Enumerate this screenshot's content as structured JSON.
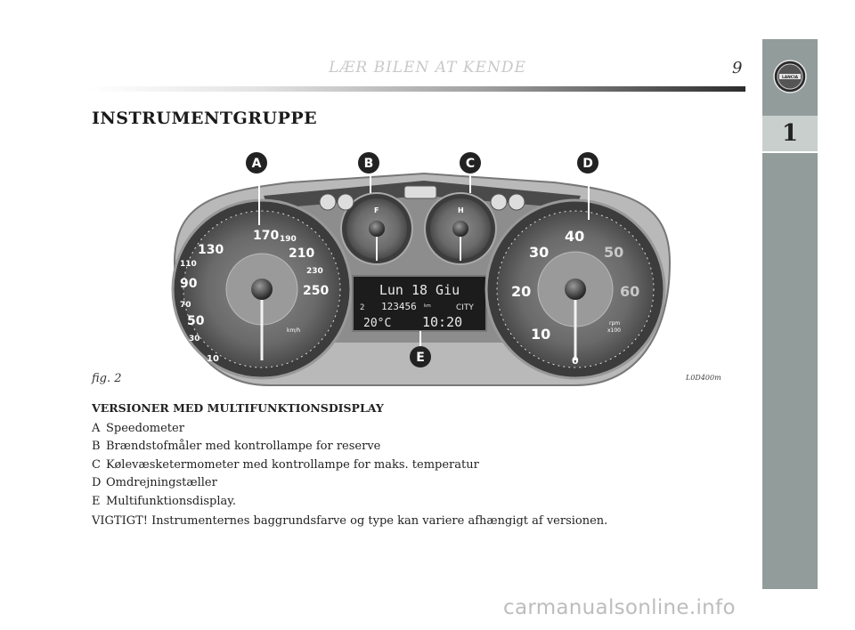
{
  "header": {
    "title": "LÆR BILEN AT KENDE",
    "page_number": "9"
  },
  "side_tab": {
    "chapter": "1",
    "logo_text": "LANCIA"
  },
  "section": {
    "title": "INSTRUMENTGRUPPE"
  },
  "figure": {
    "caption": "fig. 2",
    "code": "L0D400m",
    "callouts": [
      "A",
      "B",
      "C",
      "D",
      "E"
    ],
    "speedometer": {
      "inner_ticks": [
        "10",
        "30",
        "50",
        "70",
        "90",
        "110",
        "130"
      ],
      "outer_ticks": [
        "170",
        "190",
        "210",
        "230",
        "250"
      ],
      "unit": "km/h"
    },
    "fuel_gauge": {
      "label": "F"
    },
    "temp_gauge": {
      "label": "H"
    },
    "tachometer": {
      "ticks": [
        "0",
        "10",
        "20",
        "30",
        "40",
        "50",
        "60"
      ],
      "unit_line1": "rpm",
      "unit_line2": "x100"
    },
    "display": {
      "date": "Lun 18 Giu",
      "gear": "2",
      "odometer": "123456",
      "odometer_unit": "km",
      "mode": "CITY",
      "temperature": "20°C",
      "time": "10:20"
    }
  },
  "content": {
    "subheading": "VERSIONER MED MULTIFUNKTIONSDISPLAY",
    "items": [
      {
        "letter": "A",
        "text": "Speedometer"
      },
      {
        "letter": "B",
        "text": "Brændstofmåler med kontrollampe for reserve"
      },
      {
        "letter": "C",
        "text": "Kølevæsketermometer med kontrollampe for maks. temperatur"
      },
      {
        "letter": "D",
        "text": "Omdrejningstæller"
      },
      {
        "letter": "E",
        "text": "Multifunktionsdisplay."
      }
    ],
    "note": "VIGTIGT! Instrumenternes baggrundsfarve og type kan variere afhængigt af versionen."
  },
  "watermark": "carmanualsonline.info",
  "colors": {
    "side_tab": "#929c9a",
    "chapter_box": "#c9cfcd",
    "header_title": "#c9c9c9"
  }
}
